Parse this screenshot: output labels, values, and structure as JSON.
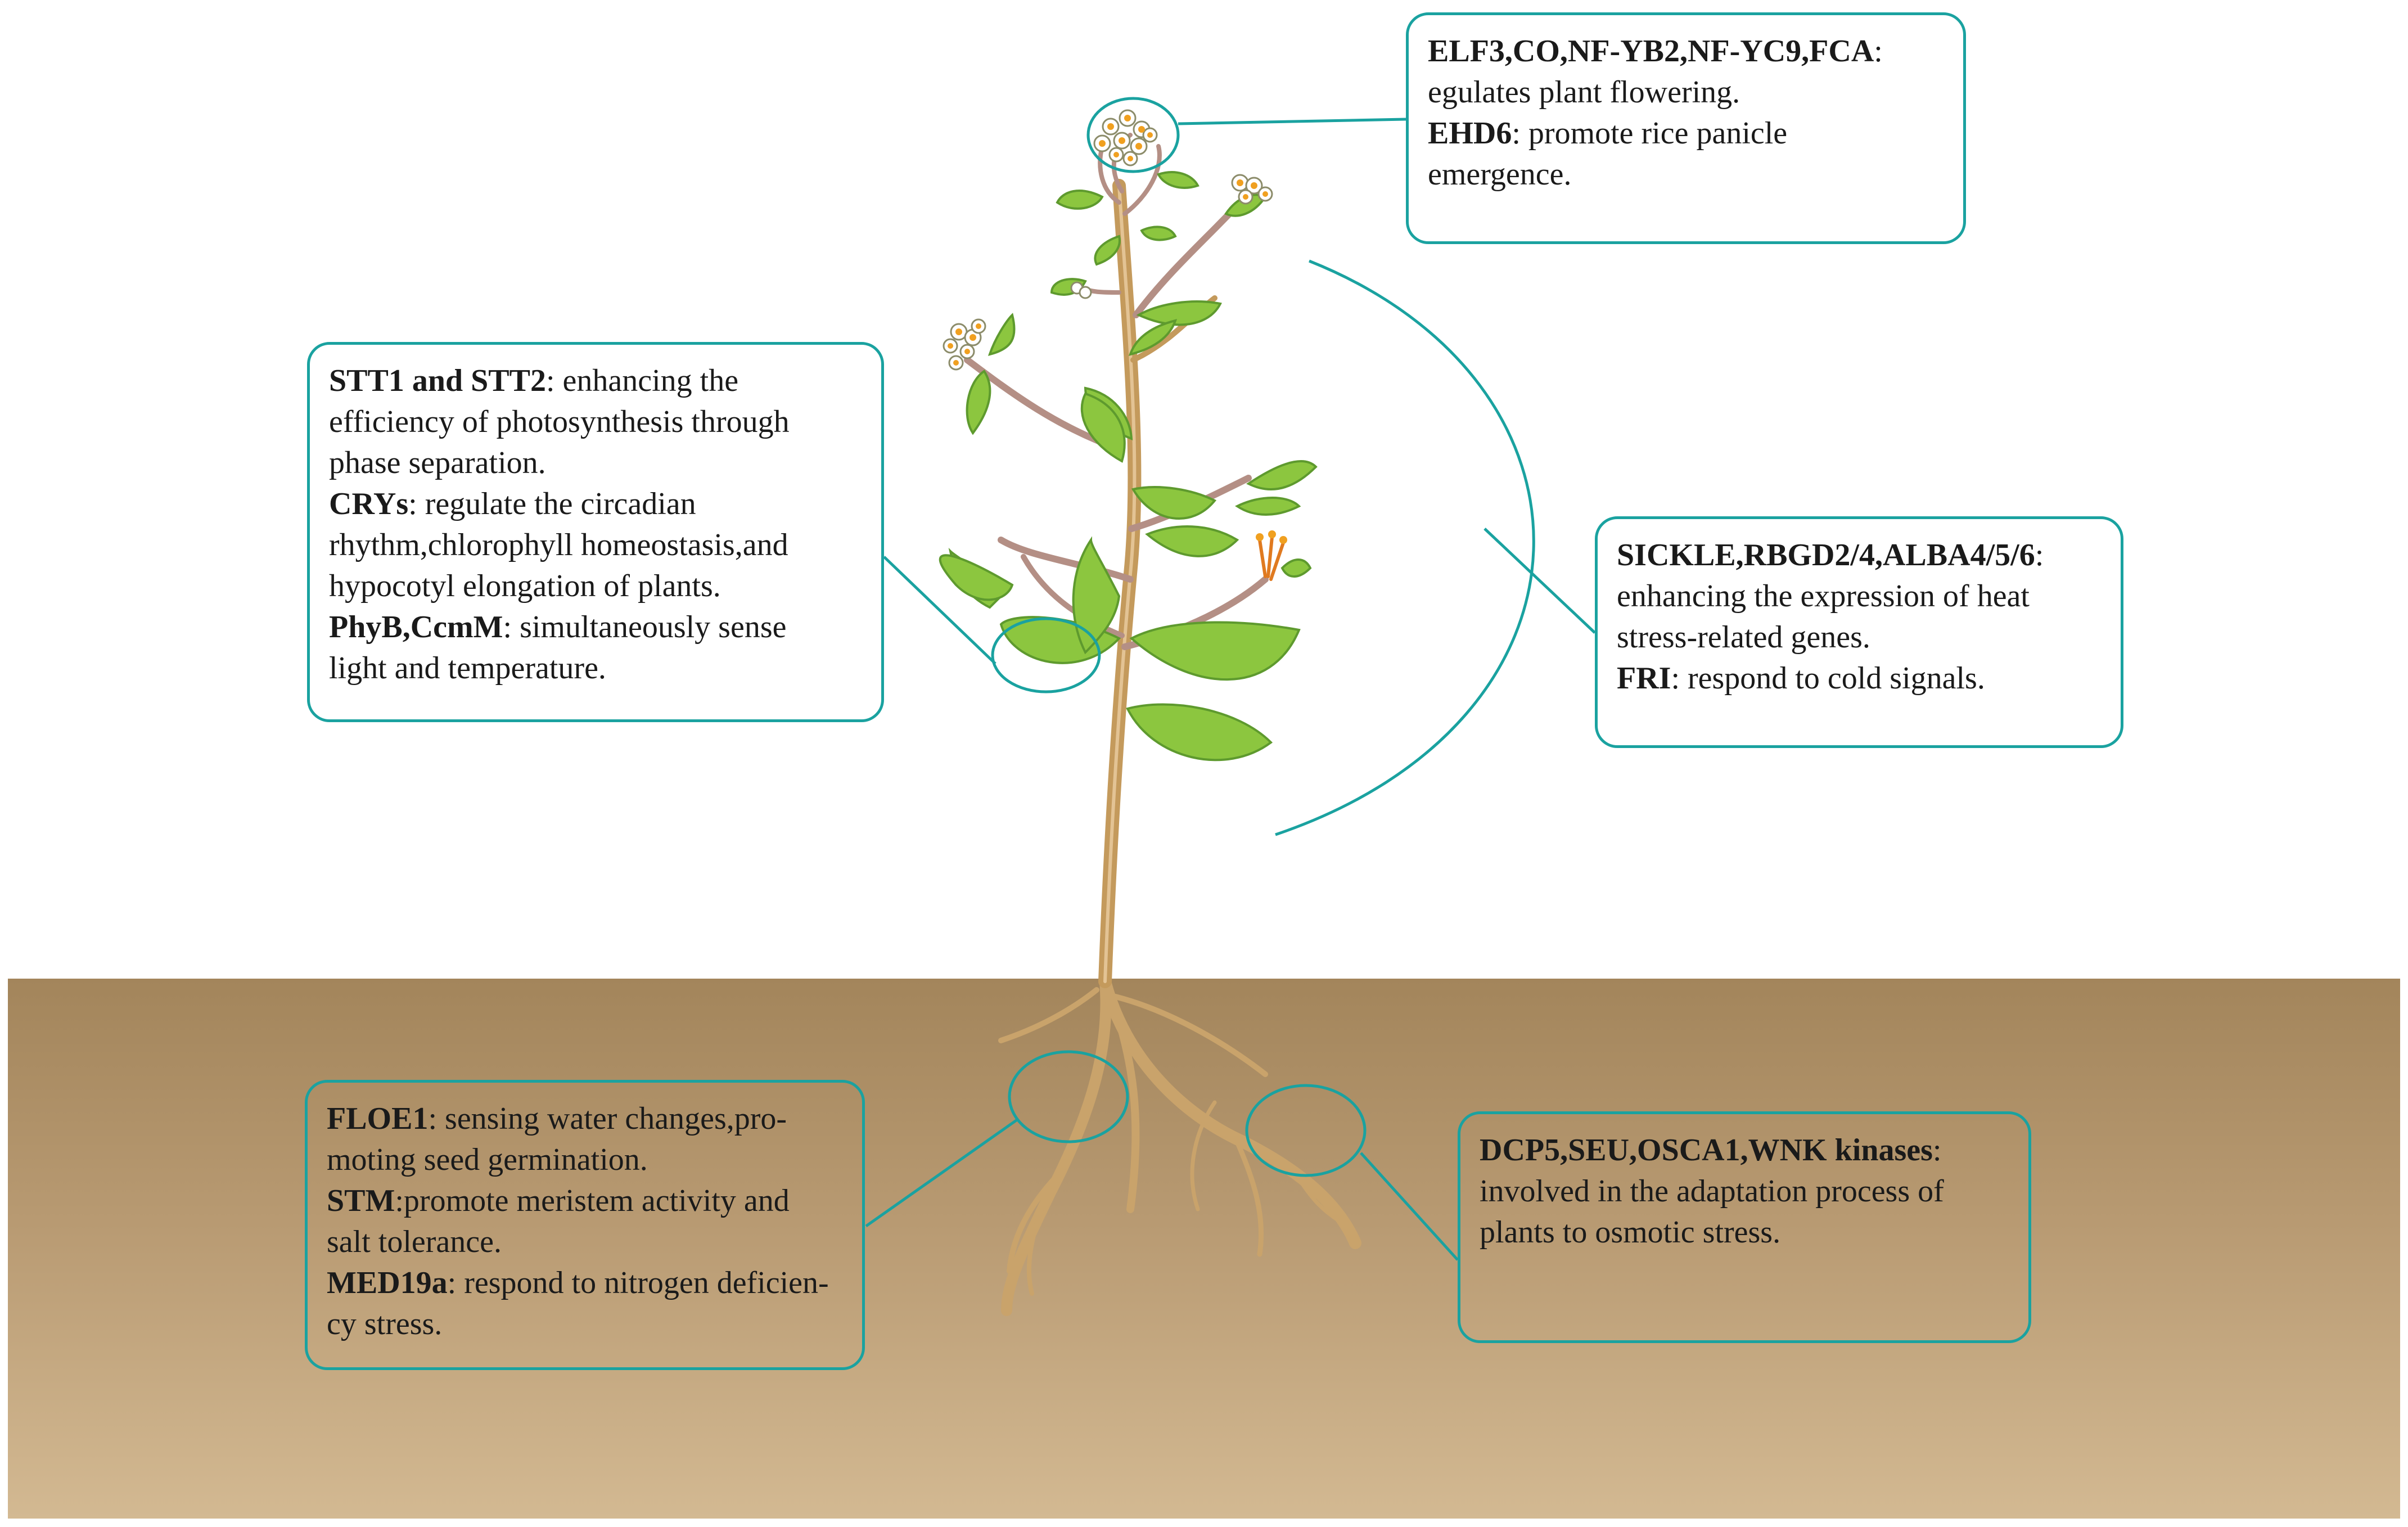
{
  "colors": {
    "callout_border": "#1aa2a0",
    "stem": "#c49a5c",
    "leaf": "#8cc63f",
    "leaf_outline": "#5e9a2e",
    "flower_center": "#f0a020",
    "soil_top": "#a3855b",
    "soil_bottom": "#d3b992",
    "root": "#c9a36b"
  },
  "icons": {
    "plant": "plant-illustration",
    "soil": "soil-layer",
    "highlight": "teal-ellipse-highlight",
    "bracket": "teal-arc-bracket"
  },
  "callouts": {
    "flower": {
      "lines": [
        [
          {
            "t": "ELF3,CO,NF-YB2,NF-YC9,FCA",
            "b": true
          },
          {
            "t": ":",
            "b": false
          }
        ],
        [
          {
            "t": "egulates plant flowering.",
            "b": false
          }
        ],
        [
          {
            "t": "EHD6",
            "b": true
          },
          {
            "t": ": promote rice panicle",
            "b": false
          }
        ],
        [
          {
            "t": "emergence.",
            "b": false
          }
        ]
      ]
    },
    "leaf": {
      "lines": [
        [
          {
            "t": "STT1 and STT2",
            "b": true
          },
          {
            "t": ": enhancing the",
            "b": false
          }
        ],
        [
          {
            "t": "efficiency of photosynthesis through",
            "b": false
          }
        ],
        [
          {
            "t": "phase separation.",
            "b": false
          }
        ],
        [
          {
            "t": "CRYs",
            "b": true
          },
          {
            "t": ": regulate the circadian",
            "b": false
          }
        ],
        [
          {
            "t": "rhythm,chlorophyll homeostasis,and",
            "b": false
          }
        ],
        [
          {
            "t": "hypocotyl elongation of plants.",
            "b": false
          }
        ],
        [
          {
            "t": "PhyB,CcmM",
            "b": true
          },
          {
            "t": ": simultaneously sense",
            "b": false
          }
        ],
        [
          {
            "t": "light and temperature.",
            "b": false
          }
        ]
      ]
    },
    "temperature": {
      "lines": [
        [
          {
            "t": "SICKLE,RBGD2/4,ALBA4/5/6",
            "b": true
          },
          {
            "t": ":",
            "b": false
          }
        ],
        [
          {
            "t": "enhancing the expression of heat",
            "b": false
          }
        ],
        [
          {
            "t": "stress-related genes.",
            "b": false
          }
        ],
        [
          {
            "t": "FRI",
            "b": true
          },
          {
            "t": ": respond to cold signals.",
            "b": false
          }
        ]
      ]
    },
    "water": {
      "lines": [
        [
          {
            "t": "FLOE1",
            "b": true
          },
          {
            "t": ": sensing water changes,pro-",
            "b": false
          }
        ],
        [
          {
            "t": "moting seed germination.",
            "b": false
          }
        ],
        [
          {
            "t": "STM",
            "b": true
          },
          {
            "t": ":promote meristem activity and",
            "b": false
          }
        ],
        [
          {
            "t": "salt tolerance.",
            "b": false
          }
        ],
        [
          {
            "t": "MED19a",
            "b": true
          },
          {
            "t": ": respond to nitrogen deficien-",
            "b": false
          }
        ],
        [
          {
            "t": "cy stress.",
            "b": false
          }
        ]
      ]
    },
    "osmotic": {
      "lines": [
        [
          {
            "t": "DCP5,SEU,OSCA1,WNK kinases",
            "b": true
          },
          {
            "t": ":",
            "b": false
          }
        ],
        [
          {
            "t": "involved in the adaptation process of",
            "b": false
          }
        ],
        [
          {
            "t": "plants to osmotic stress.",
            "b": false
          }
        ]
      ]
    }
  }
}
